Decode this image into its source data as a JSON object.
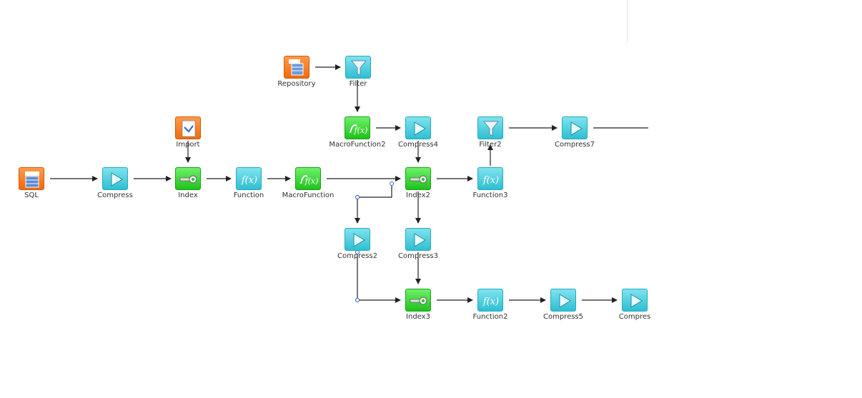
{
  "colors": {
    "compress": "#2fbfd3",
    "index": "#1fc21b",
    "source": "#f06a10",
    "edge": "#222222",
    "selected_edge": "#8fa8c8"
  },
  "nodes": [
    {
      "id": "sql",
      "label": "SQL",
      "kind": "sql",
      "icon": "database-icon"
    },
    {
      "id": "compress",
      "label": "Compress",
      "kind": "compress",
      "icon": "play-arrow-icon"
    },
    {
      "id": "import",
      "label": "Import",
      "kind": "import",
      "icon": "import-document-icon"
    },
    {
      "id": "index",
      "label": "Index",
      "kind": "index",
      "icon": "key-icon"
    },
    {
      "id": "function",
      "label": "Function",
      "kind": "function",
      "icon": "function-fx-icon"
    },
    {
      "id": "macrofunction",
      "label": "MacroFunction",
      "kind": "macro",
      "icon": "macro-function-icon"
    },
    {
      "id": "repository",
      "label": "Repository",
      "kind": "repository",
      "icon": "repository-icon"
    },
    {
      "id": "filter",
      "label": "Filter",
      "kind": "filter",
      "icon": "funnel-icon"
    },
    {
      "id": "macrofunction2",
      "label": "MacroFunction2",
      "kind": "macro",
      "icon": "macro-function-icon"
    },
    {
      "id": "compress4",
      "label": "Compress4",
      "kind": "compress",
      "icon": "play-arrow-icon"
    },
    {
      "id": "index2",
      "label": "Index2",
      "kind": "index",
      "icon": "key-icon"
    },
    {
      "id": "filter2",
      "label": "Filter2",
      "kind": "filter",
      "icon": "funnel-icon"
    },
    {
      "id": "function3",
      "label": "Function3",
      "kind": "function",
      "icon": "function-fx-icon"
    },
    {
      "id": "compress7",
      "label": "Compress7",
      "kind": "compress",
      "icon": "play-arrow-icon"
    },
    {
      "id": "compress2",
      "label": "Compress2",
      "kind": "compress",
      "icon": "play-arrow-icon"
    },
    {
      "id": "compress3",
      "label": "Compress3",
      "kind": "compress",
      "icon": "play-arrow-icon"
    },
    {
      "id": "index3",
      "label": "Index3",
      "kind": "index",
      "icon": "key-icon"
    },
    {
      "id": "function2",
      "label": "Function2",
      "kind": "function",
      "icon": "function-fx-icon"
    },
    {
      "id": "compress5",
      "label": "Compress5",
      "kind": "compress",
      "icon": "play-arrow-icon"
    },
    {
      "id": "compres",
      "label": "Compres",
      "kind": "compress",
      "icon": "play-arrow-icon"
    }
  ],
  "edges": [
    {
      "from": "sql",
      "to": "compress"
    },
    {
      "from": "compress",
      "to": "index"
    },
    {
      "from": "import",
      "to": "index"
    },
    {
      "from": "index",
      "to": "function"
    },
    {
      "from": "function",
      "to": "macrofunction"
    },
    {
      "from": "macrofunction",
      "to": "index2"
    },
    {
      "from": "repository",
      "to": "filter"
    },
    {
      "from": "filter",
      "to": "macrofunction2"
    },
    {
      "from": "macrofunction2",
      "to": "compress4"
    },
    {
      "from": "compress4",
      "to": "index2"
    },
    {
      "from": "index2",
      "to": "function3"
    },
    {
      "from": "function3",
      "to": "filter2"
    },
    {
      "from": "filter2",
      "to": "compress7"
    },
    {
      "from": "compress7",
      "to": "offscreen"
    },
    {
      "from": "index2",
      "to": "compress3"
    },
    {
      "from": "index2",
      "to": "compress2"
    },
    {
      "from": "compress3",
      "to": "index3"
    },
    {
      "from": "compress2",
      "to": "index3"
    },
    {
      "from": "index3",
      "to": "function2"
    },
    {
      "from": "function2",
      "to": "compress5"
    },
    {
      "from": "compress5",
      "to": "compres"
    }
  ]
}
